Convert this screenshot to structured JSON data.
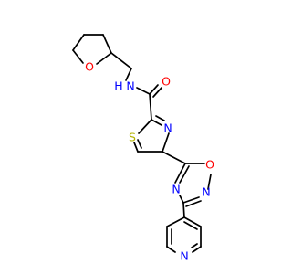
{
  "molecule": {
    "colors": {
      "carbon_bond": "#000000",
      "oxygen": "#ff0000",
      "nitrogen": "#0000ff",
      "sulfur": "#b3b300"
    },
    "atoms": {
      "thf_oxygen": "O",
      "amide_nitrogen": "N",
      "amide_hydrogen": "H",
      "carbonyl_oxygen": "O",
      "thiazole_sulfur": "S",
      "thiazole_nitrogen": "N",
      "oxadiazole_oxygen": "O",
      "oxadiazole_nitrogen_a": "N",
      "oxadiazole_nitrogen_b": "N",
      "pyridine_nitrogen": "N"
    }
  }
}
